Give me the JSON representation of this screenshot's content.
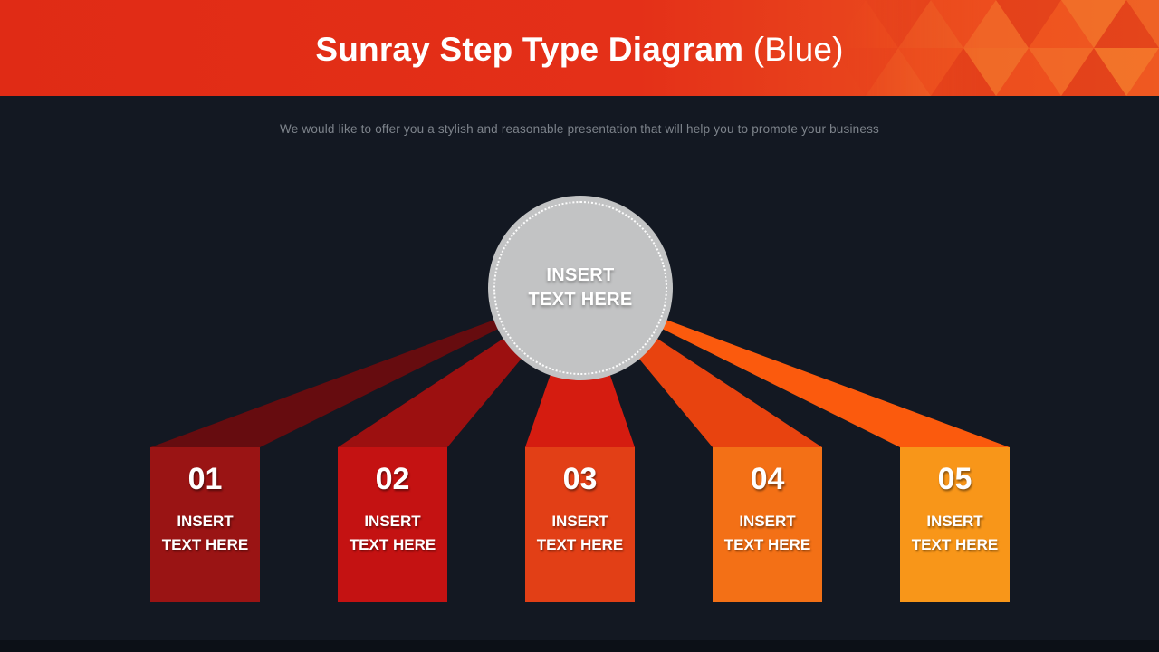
{
  "header": {
    "title_bold": "Sunray Step Type Diagram",
    "title_light": "(Blue)",
    "background_color": "#e43018"
  },
  "subtitle": "We would like to offer you a stylish and reasonable presentation that will help you to promote your business",
  "center_circle": {
    "line1": "INSERT",
    "line2": "TEXT HERE",
    "fill_color": "#c2c3c4"
  },
  "steps": [
    {
      "number": "01",
      "line1": "INSERT",
      "line2": "TEXT HERE",
      "box_color": "#9a1414",
      "ray_color": "#660c0f"
    },
    {
      "number": "02",
      "line1": "INSERT",
      "line2": "TEXT HERE",
      "box_color": "#c41212",
      "ray_color": "#9c1010"
    },
    {
      "number": "03",
      "line1": "INSERT",
      "line2": "TEXT HERE",
      "box_color": "#e23f16",
      "ray_color": "#d51c10"
    },
    {
      "number": "04",
      "line1": "INSERT",
      "line2": "TEXT HERE",
      "box_color": "#f37016",
      "ray_color": "#e8430f"
    },
    {
      "number": "05",
      "line1": "INSERT",
      "line2": "TEXT HERE",
      "box_color": "#f89619",
      "ray_color": "#fb5a0d"
    }
  ],
  "colors": {
    "slide_background": "#131822",
    "footer_bar": "#0c1017",
    "subtitle_text": "#7d838b"
  }
}
